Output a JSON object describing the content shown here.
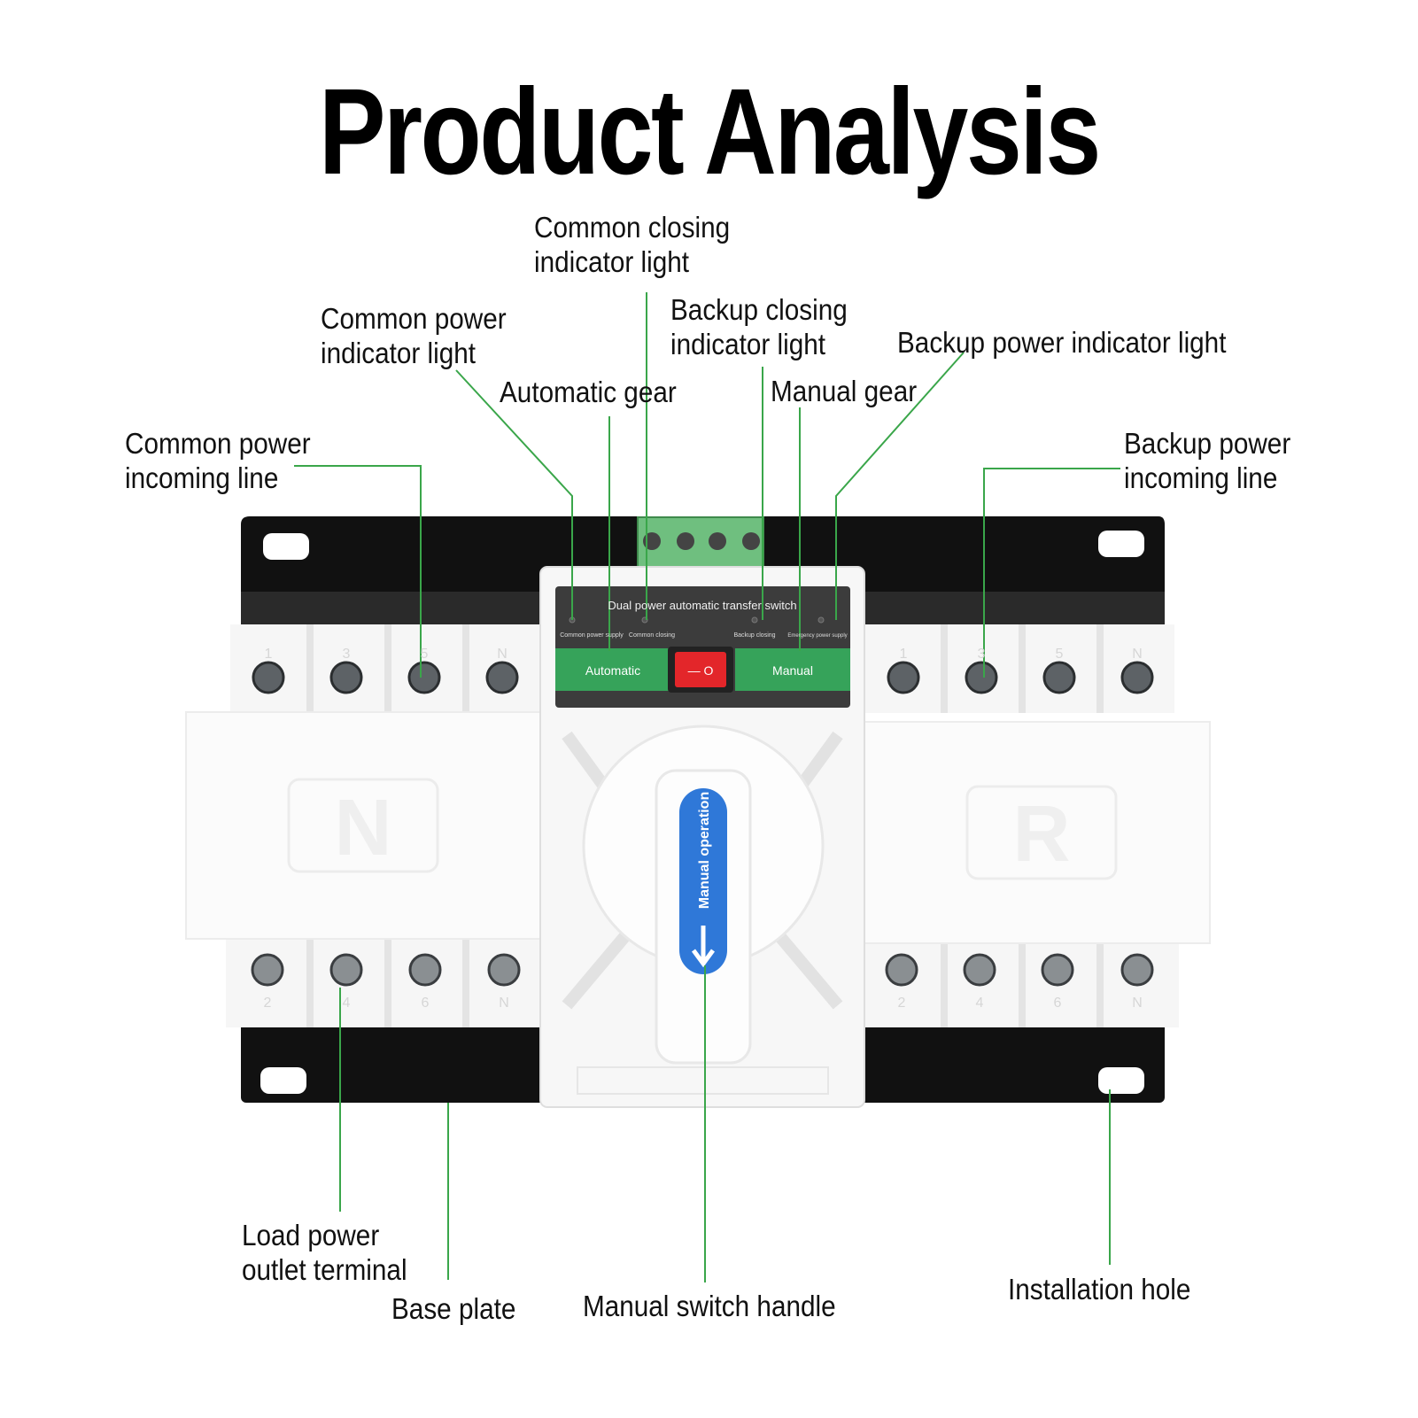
{
  "title": "Product Analysis",
  "labels": {
    "common_closing_light": "Common closing\nindicator light",
    "common_power_light": "Common power\nindicator light",
    "backup_closing_light": "Backup closing\nindicator light",
    "backup_power_light": "Backup power indicator light",
    "automatic_gear": "Automatic gear",
    "manual_gear": "Manual gear",
    "common_power_incoming": "Common power\nincoming line",
    "backup_power_incoming": "Backup power\nincoming line",
    "load_power_outlet": "Load power\noutlet terminal",
    "base_plate": "Base plate",
    "manual_switch_handle": "Manual switch handle",
    "installation_hole": "Installation hole"
  },
  "device": {
    "panel_title": "Dual power automatic transfer switch",
    "panel_indicators": [
      "Common power supply",
      "Common closing",
      "Backup closing",
      "Emergency power supply"
    ],
    "automatic_label": "Automatic",
    "manual_label": "Manual",
    "handle_text": "Manual operation",
    "rocker_text": "— O",
    "left_block_letter": "N",
    "right_block_letter": "R",
    "top_left_terminals": [
      "1",
      "3",
      "5",
      "N"
    ],
    "top_right_terminals": [
      "1",
      "3",
      "5",
      "N"
    ],
    "bottom_left_terminals": [
      "2",
      "4",
      "6",
      "N"
    ],
    "bottom_right_terminals": [
      "2",
      "4",
      "6",
      "N"
    ]
  },
  "colors": {
    "leader_line": "#3aa64a",
    "panel_green": "#36a35a",
    "handle_blue": "#2f78d8",
    "rocker_red": "#e3262a",
    "base_black": "#111111",
    "connector_green": "#6fbf7f"
  }
}
